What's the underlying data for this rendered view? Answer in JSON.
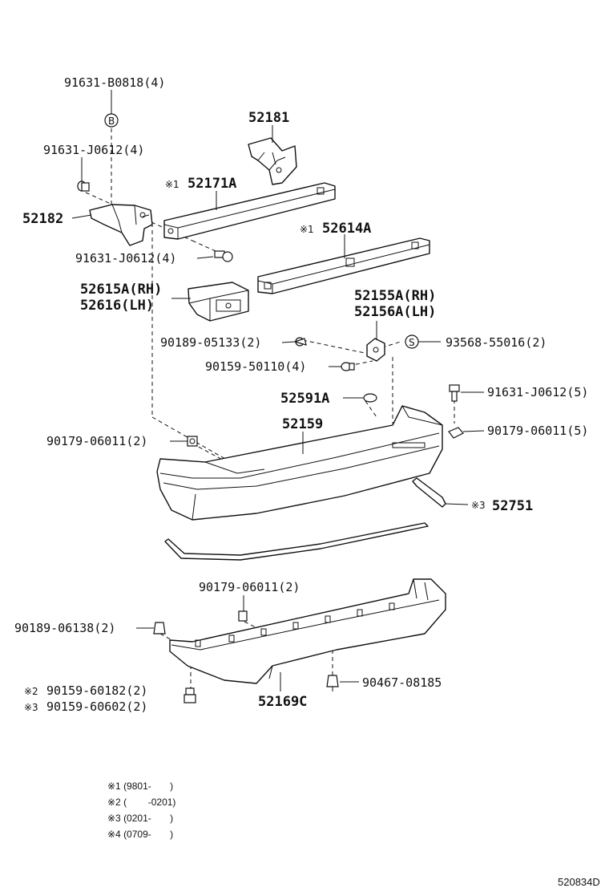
{
  "labels": {
    "p91631_b0818": "91631-B0818(4)",
    "p91631_j0612_a": "91631-J0612(4)",
    "p52181": "52181",
    "p52171a_mark": "※1",
    "p52171a": "52171A",
    "p52182": "52182",
    "p52614a_mark": "※1",
    "p52614a": "52614A",
    "p91631_j0612_b": "91631-J0612(4)",
    "p52615a": "52615A(RH)",
    "p52616": "52616(LH)",
    "p52155a": "52155A(RH)",
    "p52156a": "52156A(LH)",
    "p90189_05133": "90189-05133(2)",
    "p93568_55016": "93568-55016(2)",
    "p90159_50110": "90159-50110(4)",
    "p52591a": "52591A",
    "p91631_j0612_c": "91631-J0612(5)",
    "p52159": "52159",
    "p90179_06011_a": "90179-06011(2)",
    "p90179_06011_b": "90179-06011(5)",
    "p52751_mark": "※3",
    "p52751": "52751",
    "p90179_06011_c": "90179-06011(2)",
    "p90189_06138": "90189-06138(2)",
    "p90467_08185": "90467-08185",
    "p90159_60182_mark": "※2",
    "p90159_60182": "90159-60182(2)",
    "p90159_60602_mark": "※3",
    "p90159_60602": "90159-60602(2)",
    "p52169c": "52169C"
  },
  "callouts": {
    "b_mark": "B",
    "s_mark": "S"
  },
  "notes": {
    "n1": "※1 (9801-       )",
    "n2": "※2 (        -0201)",
    "n3": "※3 (0201-       )",
    "n4": "※4 (0709-       )"
  },
  "diagram_code": "520834D"
}
